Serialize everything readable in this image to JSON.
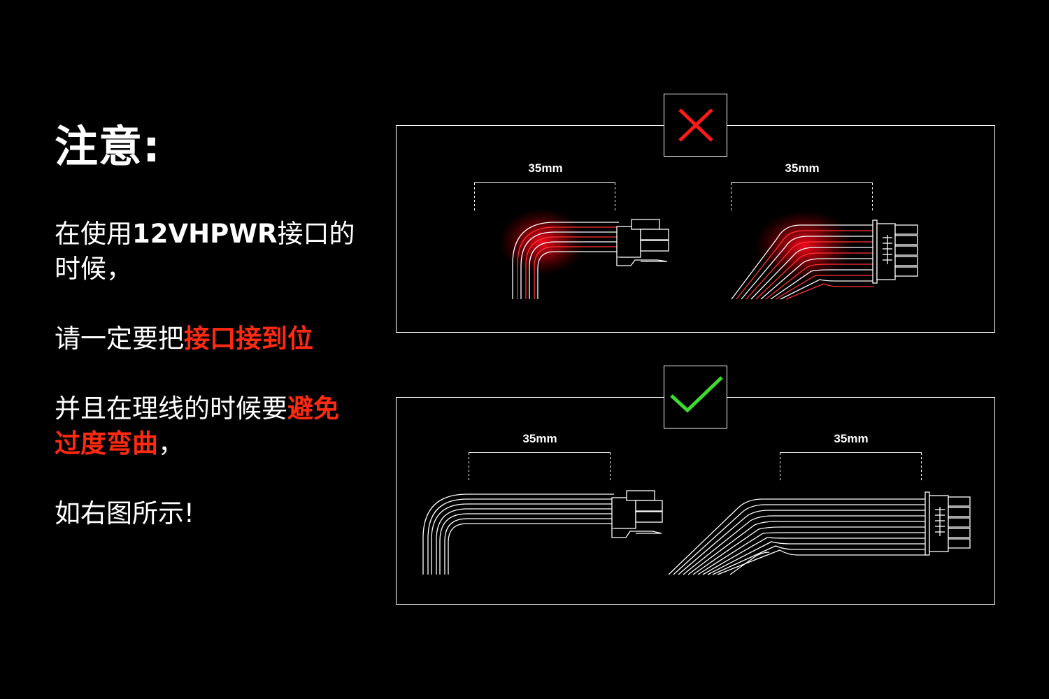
{
  "heading": "注意:",
  "instructions": {
    "line1": {
      "pre": "在使用",
      "bold": "12VHPWR",
      "post": "接口的时候，"
    },
    "line2": {
      "pre": "请一定要把",
      "highlight": "接口接到位"
    },
    "line3": {
      "pre": "并且在理线的时候要",
      "highlight": "避免过度弯曲",
      "post": "，"
    },
    "line4": "如右图所示!"
  },
  "colors": {
    "background": "#000000",
    "text": "#ffffff",
    "highlight": "#ff2a12",
    "wrong_mark": "#ff1a1a",
    "right_mark": "#3ddc2e",
    "glow": "#ff0a1e"
  },
  "panels": {
    "wrong": {
      "mark_icon": "cross-icon",
      "left_dimension": "35mm",
      "right_dimension": "35mm"
    },
    "right": {
      "mark_icon": "check-icon",
      "left_dimension": "35mm",
      "right_dimension": "35mm"
    }
  }
}
